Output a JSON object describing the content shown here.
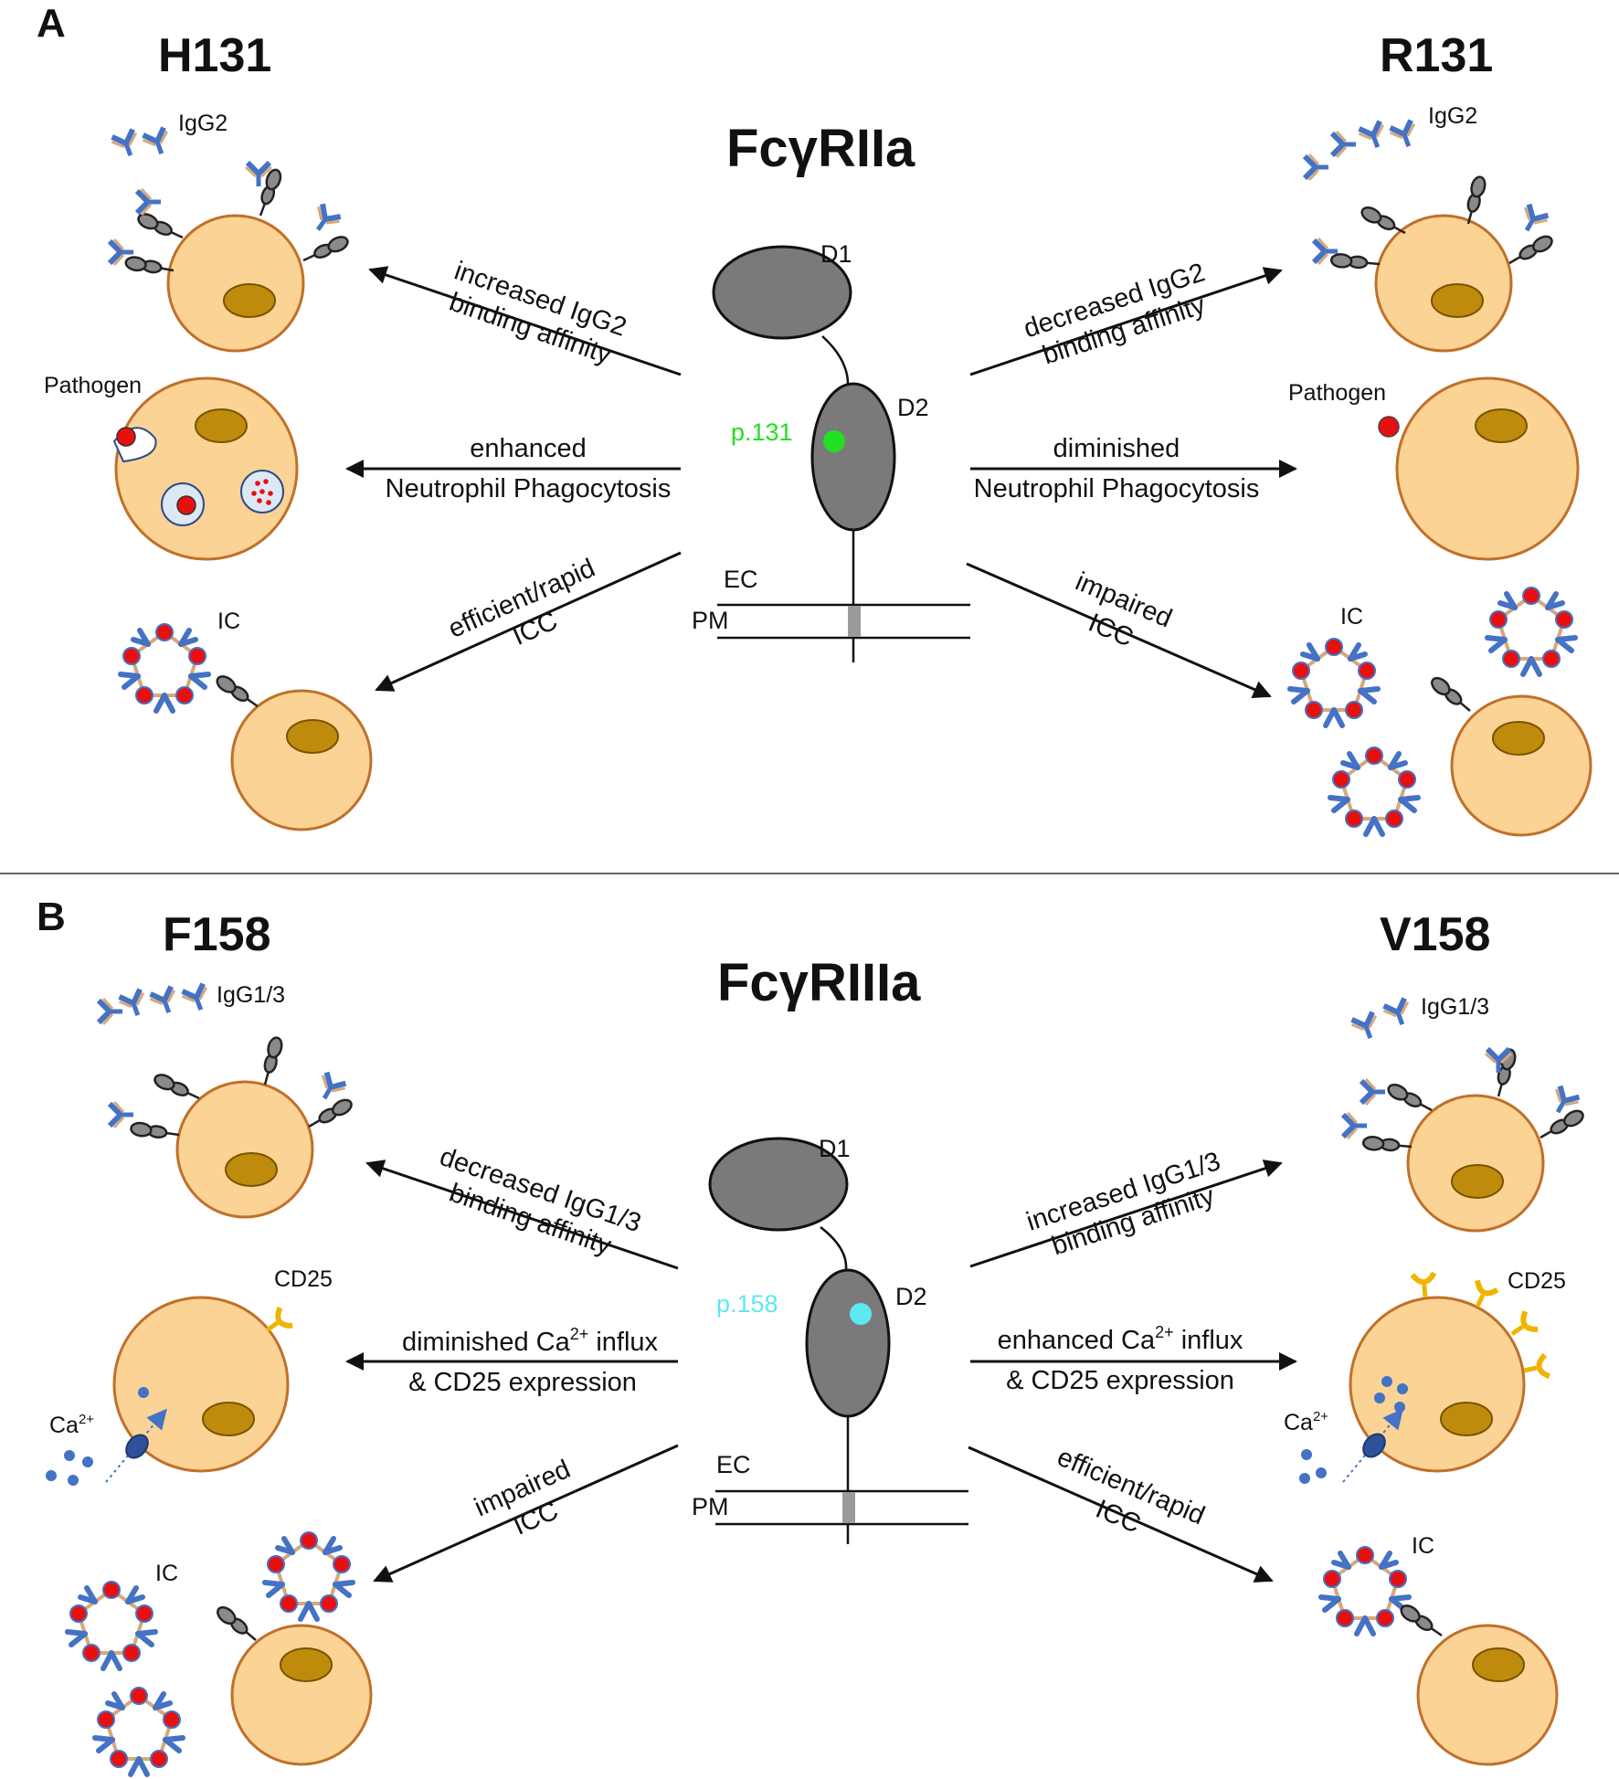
{
  "panel_a": {
    "letter": "A",
    "left_allele": "H131",
    "right_allele": "R131",
    "receptor": "FcγRIIa",
    "domain_top": "D1",
    "domain_bottom": "D2",
    "site": "p.131",
    "site_color": "#22e022",
    "ec": "EC",
    "pm": "PM",
    "igg": "IgG2",
    "pathogen": "Pathogen",
    "ic": "IC",
    "arrows": {
      "left_1": [
        "increased IgG2",
        "binding affinity"
      ],
      "left_2": [
        "enhanced",
        "Neutrophil Phagocytosis"
      ],
      "left_3": [
        "efficient/rapid",
        "ICC"
      ],
      "right_1": [
        "decreased IgG2",
        "binding affinity"
      ],
      "right_2": [
        "diminished",
        "Neutrophil Phagocytosis"
      ],
      "right_3": [
        "impaired",
        "ICC"
      ]
    }
  },
  "panel_b": {
    "letter": "B",
    "left_allele": "F158",
    "right_allele": "V158",
    "receptor": "FcγRIIIa",
    "domain_top": "D1",
    "domain_bottom": "D2",
    "site": "p.158",
    "site_color": "#5ee8f2",
    "ec": "EC",
    "pm": "PM",
    "igg": "IgG1/3",
    "cd25": "CD25",
    "ca_base": "Ca",
    "ca_sup": "2+",
    "ic": "IC",
    "arrows": {
      "left_1": [
        "decreased IgG1/3",
        "binding affinity"
      ],
      "left_2a_pre": "diminished Ca",
      "left_2a_sup": "2+",
      "left_2a_post": " influx",
      "left_2b": "& CD25 expression",
      "left_3": [
        "impaired",
        "ICC"
      ],
      "right_1": [
        "increased IgG1/3",
        "binding affinity"
      ],
      "right_2a_pre": "enhanced Ca",
      "right_2a_sup": "2+",
      "right_2a_post": " influx",
      "right_2b": "& CD25 expression",
      "right_3": [
        "efficient/rapid",
        "ICC"
      ]
    }
  },
  "colors": {
    "cell_fill": "#fbd395",
    "cell_stroke": "#c0702a",
    "nucleus": "#bf8b0c",
    "receptor_grey": "#7a7a7a",
    "pathogen_red": "#e80f0f",
    "ab_blue": "#4472c4",
    "ab_tan": "#d6a87c",
    "cd25_gold": "#f0b400",
    "calcium": "#4472c4"
  }
}
